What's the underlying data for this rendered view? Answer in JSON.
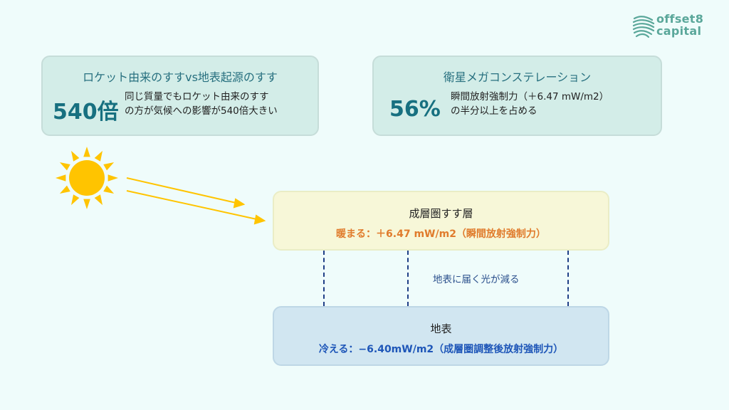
{
  "logo": {
    "line1": "offset8",
    "line2": "capital",
    "color": "#5aa79a"
  },
  "card_left": {
    "title": "ロケット由来のすすvs地表起源のすす",
    "big_value": "540倍",
    "desc_line1": "同じ質量でもロケット由来のすす",
    "desc_line2": "の方が気候への影響が540倍大きい"
  },
  "card_right": {
    "title": "衛星メガコンステレーション",
    "big_value": "56%",
    "desc_line1": "瞬間放射強制力（＋6.47 mW/m2）",
    "desc_line2": "の半分以上を占める"
  },
  "stratosphere": {
    "title": "成層圏すす層",
    "subtitle": "暖まる：＋6.47 mW/m2（瞬間放射強制力）",
    "subtitle_color": "#e07b2c"
  },
  "middle_label": "地表に届く光が減る",
  "ground": {
    "title": "地表",
    "subtitle": "冷える：−6.40mW/m2（成層圏調整後放射強制力）",
    "subtitle_color": "#1e56b8"
  },
  "icons": {
    "sun": "sun-icon",
    "sunlight_rays": "sunlight-ray-arrows",
    "logo_mark": "wave-lines-logo-icon"
  },
  "colors": {
    "background": "#effcfb",
    "card": "#d3ede8",
    "accent_teal": "#177080",
    "sun": "#ffc400"
  }
}
